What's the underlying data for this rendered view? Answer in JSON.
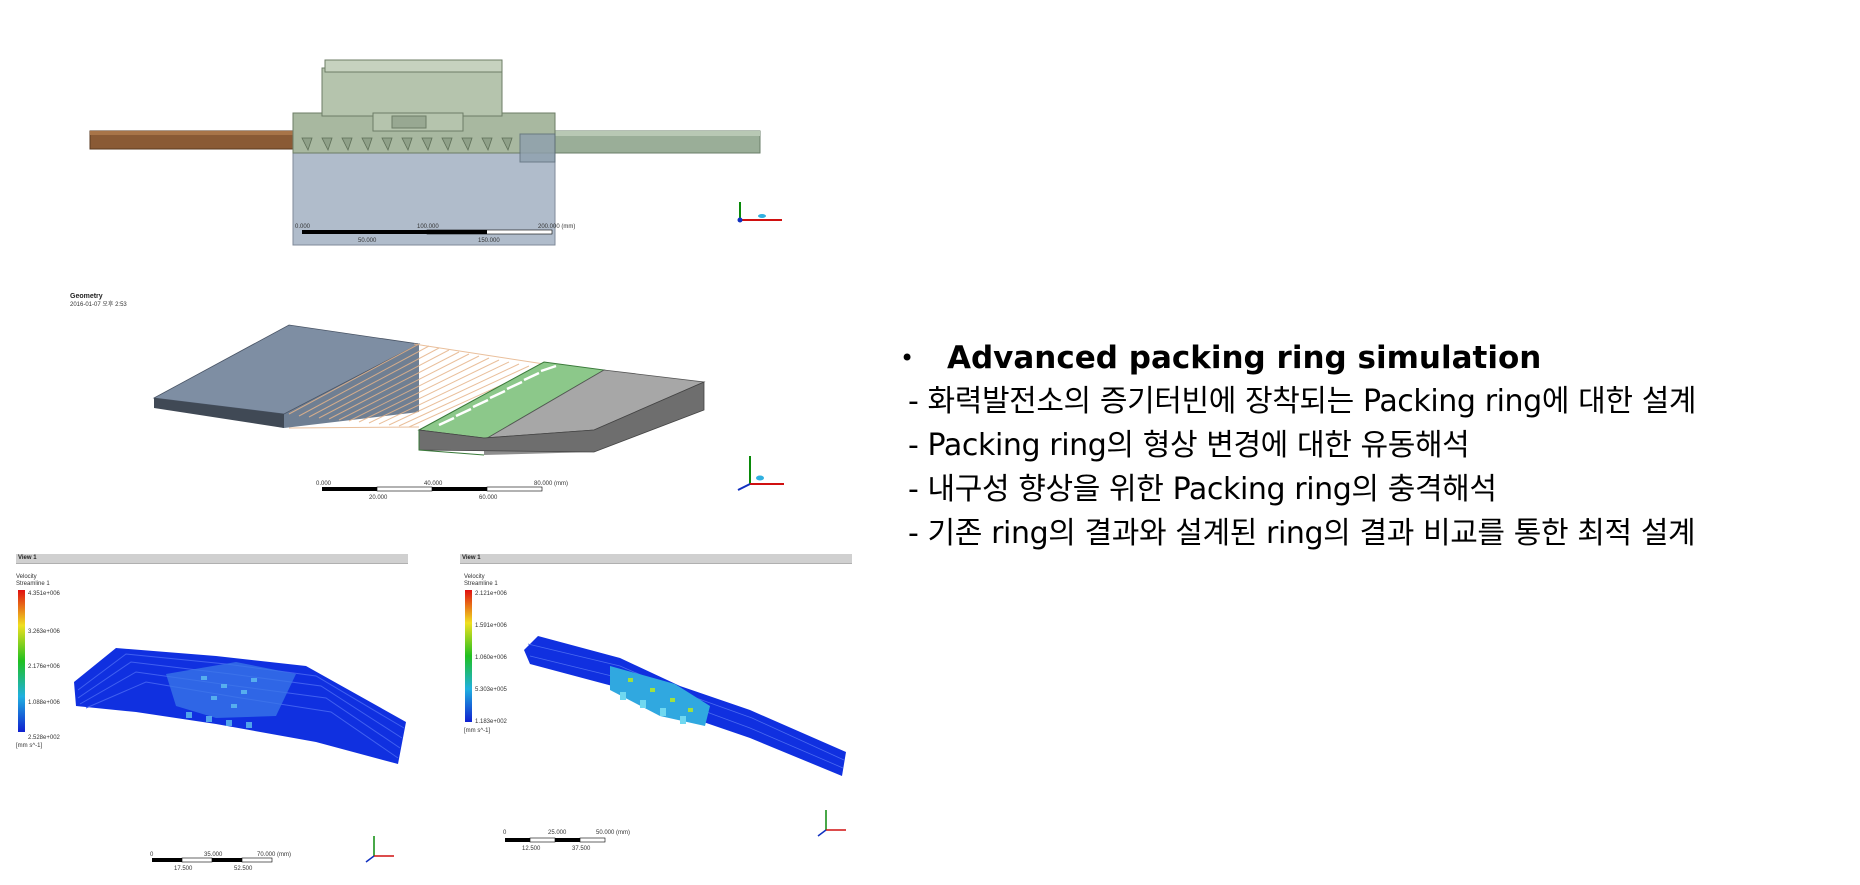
{
  "slide": {
    "bullet": "•",
    "headline": "Advanced packing ring simulation",
    "lines": [
      "- 화력발전소의 증기터빈에 장착되는 Packing ring에 대한 설계",
      "- Packing ring의 형상 변경에 대한 유동해석",
      "- 내구성 향상을 위한 Packing ring의 충격해석",
      "- 기존 ring의 결과와 설계된 ring의 결과 비교를 통한 최적 설계"
    ]
  },
  "figure_top": {
    "scale_labels": [
      "0.000",
      "100.000",
      "200.000 (mm)",
      "50.000",
      "150.000"
    ]
  },
  "figure_mid": {
    "caption_title": "Geometry",
    "caption_date": "2016-01-07 오후 2:53",
    "scale_labels": [
      "0.000",
      "40.000",
      "80.000 (mm)",
      "20.000",
      "60.000"
    ]
  },
  "cfd_left": {
    "view_label": "View 1",
    "legend_title": "Velocity",
    "legend_sub": "Streamline 1",
    "legend_values": [
      "4.351e+006",
      "3.263e+006",
      "2.176e+006",
      "1.088e+006",
      "2.528e+002"
    ],
    "legend_unit": "[mm s^-1]",
    "scale_labels": [
      "0",
      "35.000",
      "70.000 (mm)",
      "17.500",
      "52.500"
    ]
  },
  "cfd_right": {
    "view_label": "View 1",
    "legend_title": "Velocity",
    "legend_sub": "Streamline 1",
    "legend_values": [
      "2.121e+006",
      "1.591e+006",
      "1.060e+006",
      "5.303e+005",
      "1.183e+002"
    ],
    "legend_unit": "[mm s^-1]",
    "scale_labels": [
      "0",
      "25.000",
      "50.000 (mm)",
      "12.500",
      "37.500"
    ]
  },
  "colors": {
    "brown_shaft": "#8a5a35",
    "green_housing": "#a8b8a0",
    "blue_block": "#b0bccb",
    "slate": "#6f7f93",
    "stream_blue": "#1030e0"
  }
}
